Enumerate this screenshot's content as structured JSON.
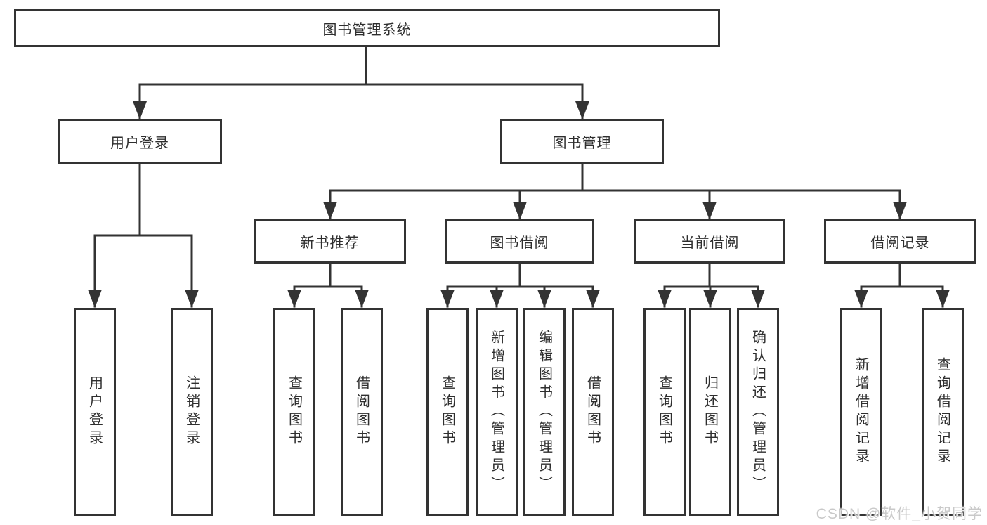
{
  "colors": {
    "line": "#333333",
    "box_border": "#333333",
    "text": "#2e2e2e",
    "watermark": "#c9c9c9",
    "background": "#ffffff"
  },
  "tree": {
    "root": {
      "label": "图书管理系统"
    },
    "branches": [
      {
        "label": "用户登录",
        "children": [
          {
            "label": "用户登录"
          },
          {
            "label": "注销登录"
          }
        ]
      },
      {
        "label": "图书管理",
        "children": [
          {
            "label": "新书推荐",
            "children": [
              {
                "label": "查询图书"
              },
              {
                "label": "借阅图书"
              }
            ]
          },
          {
            "label": "图书借阅",
            "children": [
              {
                "label": "查询图书"
              },
              {
                "label": "新增图书（管理员）"
              },
              {
                "label": "编辑图书（管理员）"
              },
              {
                "label": "借阅图书"
              }
            ]
          },
          {
            "label": "当前借阅",
            "children": [
              {
                "label": "查询图书"
              },
              {
                "label": "归还图书"
              },
              {
                "label": "确认归还（管理员）"
              }
            ]
          },
          {
            "label": "借阅记录",
            "children": [
              {
                "label": "新增借阅记录"
              },
              {
                "label": "查询借阅记录"
              }
            ]
          }
        ]
      }
    ]
  },
  "watermark": {
    "text": "CSDN @软件_小贺同学"
  }
}
